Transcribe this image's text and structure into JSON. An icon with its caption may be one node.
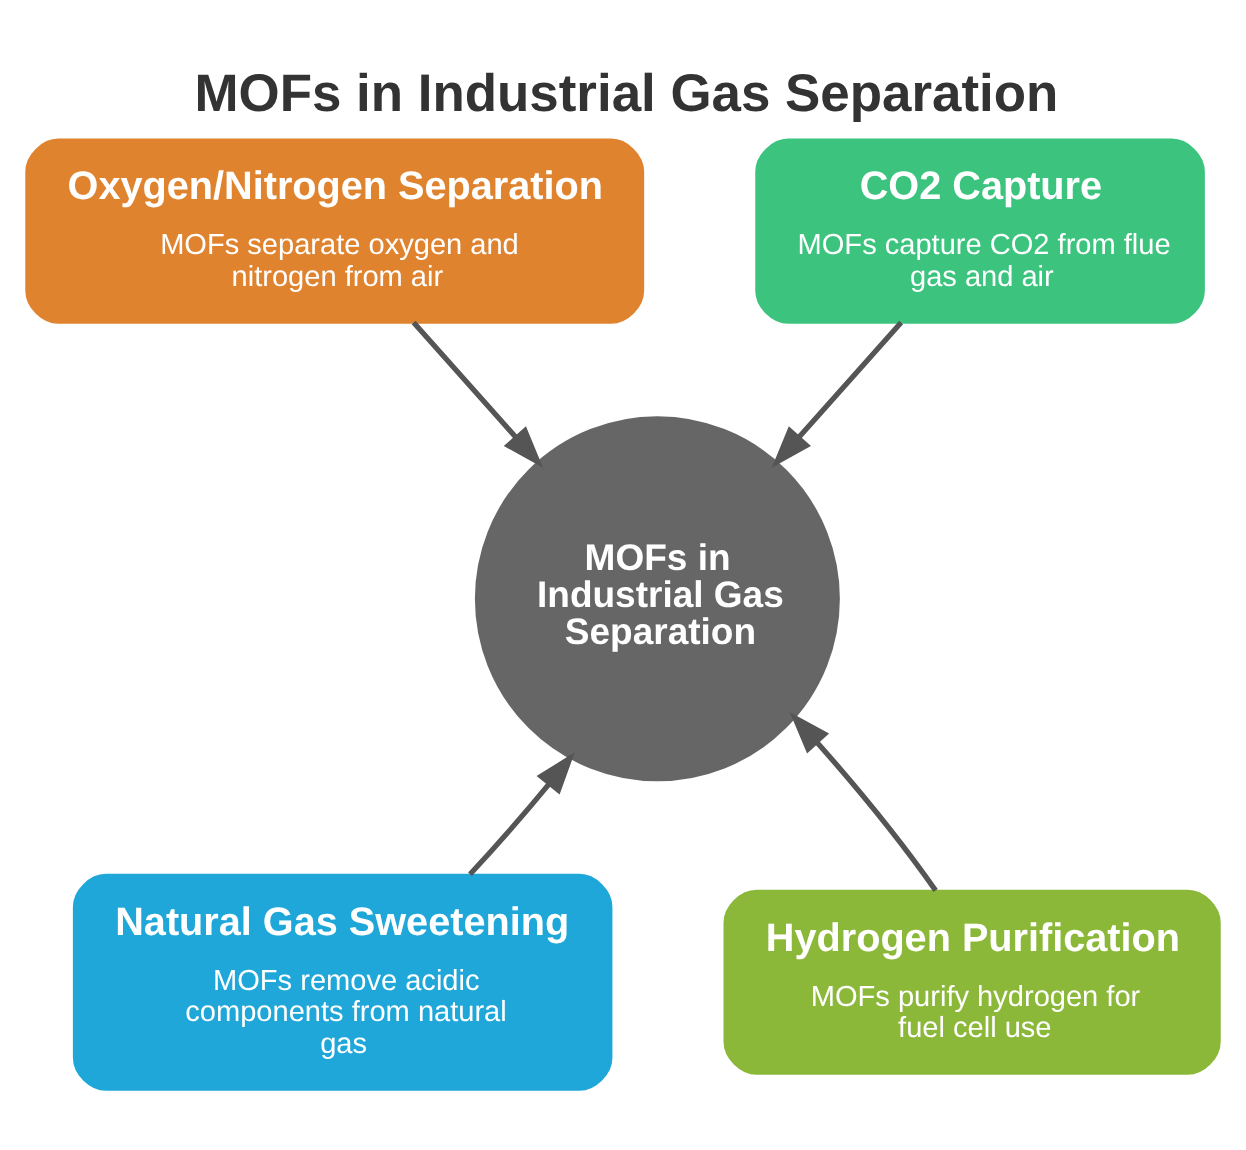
{
  "diagram": {
    "title": "MOFs in Industrial Gas Separation",
    "nodes": [
      {
        "text": [
          "Oxygen/Nitrogen Separation",
          "MOFs separate oxygen and nitrogen from air"
        ]
      },
      {
        "text": [
          "CO2 Capture",
          "MOFs capture CO2 from flue gas and air"
        ]
      },
      {
        "text": [
          "MOFs in Industrial Gas Separation"
        ]
      },
      {
        "text": [
          "Natural Gas Sweetening",
          "MOFs remove acidic components from natural gas"
        ]
      },
      {
        "text": [
          "Hydrogen Purification",
          "MOFs purify hydrogen for fuel cell use"
        ]
      }
    ],
    "edges": [
      {
        "from": 0,
        "to": 2,
        "arrow": "to"
      },
      {
        "from": 1,
        "to": 2,
        "arrow": "to"
      },
      {
        "from": 3,
        "to": 2,
        "arrow": "to"
      },
      {
        "from": 4,
        "to": 2,
        "arrow": "to"
      }
    ]
  }
}
